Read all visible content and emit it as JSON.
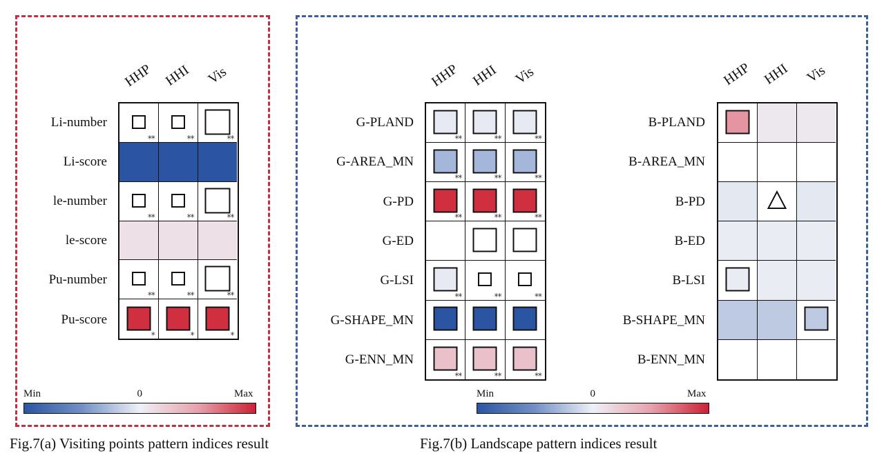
{
  "colorbar": {
    "min_label": "Min",
    "zero_label": "0",
    "max_label": "Max",
    "colors": [
      "#2b55a3",
      "#7390c6",
      "#eef0f5",
      "#e7a2ad",
      "#cc2233"
    ]
  },
  "captions": {
    "a": "Fig.7(a) Visiting points pattern indices result",
    "b": "Fig.7(b) Landscape pattern indices result"
  },
  "chart_data": [
    {
      "type": "heatmap",
      "panel": "a",
      "columns": [
        "HHP",
        "HHI",
        "Vis"
      ],
      "rows": [
        {
          "label": "Li-number",
          "values": [
            0,
            0,
            0
          ],
          "marker": [
            "square",
            "square",
            "square"
          ],
          "size": [
            0.35,
            0.35,
            0.65
          ],
          "sig": [
            "**",
            "**",
            "**"
          ]
        },
        {
          "label": "Li-score",
          "values": [
            -1,
            -1,
            -1
          ],
          "marker": [
            "none",
            "none",
            "none"
          ],
          "size": [
            0,
            0,
            0
          ],
          "sig": [
            "",
            "",
            ""
          ]
        },
        {
          "label": "le-number",
          "values": [
            0,
            0,
            0
          ],
          "marker": [
            "square",
            "square",
            "square"
          ],
          "size": [
            0.35,
            0.35,
            0.65
          ],
          "sig": [
            "**",
            "**",
            "**"
          ]
        },
        {
          "label": "le-score",
          "values": [
            0.1,
            0.1,
            0.1
          ],
          "marker": [
            "none",
            "none",
            "none"
          ],
          "size": [
            0,
            0,
            0
          ],
          "sig": [
            "",
            "",
            ""
          ]
        },
        {
          "label": "Pu-number",
          "values": [
            0,
            0,
            0
          ],
          "marker": [
            "square",
            "square",
            "square"
          ],
          "size": [
            0.35,
            0.35,
            0.65
          ],
          "sig": [
            "**",
            "**",
            "**"
          ]
        },
        {
          "label": "Pu-score",
          "values": [
            0.95,
            0.95,
            0.95
          ],
          "marker": [
            "square",
            "square",
            "square"
          ],
          "size": [
            0.6,
            0.6,
            0.6
          ],
          "sig": [
            "*",
            "*",
            "*"
          ]
        }
      ]
    },
    {
      "type": "heatmap",
      "panel": "b-green",
      "columns": [
        "HHP",
        "HHI",
        "Vis"
      ],
      "rows": [
        {
          "label": "G-PLAND",
          "values": [
            -0.03,
            -0.03,
            -0.03
          ],
          "marker": [
            "square",
            "square",
            "square"
          ],
          "size": [
            0.6,
            0.6,
            0.6
          ],
          "sig": [
            "**",
            "**",
            "**"
          ]
        },
        {
          "label": "G-AREA_MN",
          "values": [
            -0.3,
            -0.3,
            -0.3
          ],
          "marker": [
            "square",
            "square",
            "square"
          ],
          "size": [
            0.6,
            0.6,
            0.6
          ],
          "sig": [
            "**",
            "**",
            "**"
          ]
        },
        {
          "label": "G-PD",
          "values": [
            0.95,
            0.95,
            0.95
          ],
          "marker": [
            "square",
            "square",
            "square"
          ],
          "size": [
            0.6,
            0.6,
            0.6
          ],
          "sig": [
            "**",
            "**",
            "**"
          ]
        },
        {
          "label": "G-ED",
          "values": [
            0,
            0,
            0
          ],
          "marker": [
            "none",
            "square",
            "square"
          ],
          "size": [
            0,
            0.6,
            0.6
          ],
          "sig": [
            "",
            "",
            ""
          ]
        },
        {
          "label": "G-LSI",
          "values": [
            -0.03,
            0,
            0
          ],
          "marker": [
            "square",
            "square",
            "square"
          ],
          "size": [
            0.6,
            0.35,
            0.35
          ],
          "sig": [
            "**",
            "**",
            "**"
          ]
        },
        {
          "label": "G-SHAPE_MN",
          "values": [
            -1,
            -1,
            -1
          ],
          "marker": [
            "square",
            "square",
            "square"
          ],
          "size": [
            0.6,
            0.6,
            0.6
          ],
          "sig": [
            "",
            "",
            ""
          ]
        },
        {
          "label": "G-ENN_MN",
          "values": [
            0.3,
            0.3,
            0.3
          ],
          "marker": [
            "square",
            "square",
            "square"
          ],
          "size": [
            0.6,
            0.6,
            0.6
          ],
          "sig": [
            "**",
            "**",
            "**"
          ]
        }
      ]
    },
    {
      "type": "heatmap",
      "panel": "b-blue",
      "columns": [
        "HHP",
        "HHI",
        "Vis"
      ],
      "rows": [
        {
          "label": "B-PLAND",
          "values": [
            0.55,
            0.05,
            0.05
          ],
          "marker": [
            "square",
            "none",
            "none"
          ],
          "size": [
            0.6,
            0,
            0
          ],
          "sig": [
            "",
            "",
            ""
          ]
        },
        {
          "label": "B-AREA_MN",
          "values": [
            0,
            0,
            0
          ],
          "marker": [
            "none",
            "none",
            "none"
          ],
          "size": [
            0,
            0,
            0
          ],
          "sig": [
            "",
            "",
            ""
          ]
        },
        {
          "label": "B-PD",
          "values": [
            -0.04,
            0,
            -0.04
          ],
          "marker": [
            "none",
            "triangle",
            "none"
          ],
          "size": [
            0,
            0.5,
            0
          ],
          "sig": [
            "",
            "",
            ""
          ]
        },
        {
          "label": "B-ED",
          "values": [
            -0.02,
            -0.02,
            -0.02
          ],
          "marker": [
            "none",
            "none",
            "none"
          ],
          "size": [
            0,
            0,
            0
          ],
          "sig": [
            "",
            "",
            ""
          ]
        },
        {
          "label": "B-LSI",
          "values": [
            -0.02,
            -0.02,
            -0.02
          ],
          "marker": [
            "square",
            "none",
            "none"
          ],
          "size": [
            0.6,
            0,
            0
          ],
          "sig": [
            "",
            "",
            ""
          ]
        },
        {
          "label": "B-SHAPE_MN",
          "values": [
            -0.2,
            -0.2,
            -0.2
          ],
          "marker": [
            "none",
            "none",
            "square"
          ],
          "size": [
            0,
            0,
            0.6
          ],
          "sig": [
            "",
            "",
            ""
          ]
        },
        {
          "label": "B-ENN_MN",
          "values": [
            0,
            0,
            0
          ],
          "marker": [
            "none",
            "none",
            "none"
          ],
          "size": [
            0,
            0,
            0
          ],
          "sig": [
            "",
            "",
            ""
          ]
        }
      ]
    }
  ]
}
